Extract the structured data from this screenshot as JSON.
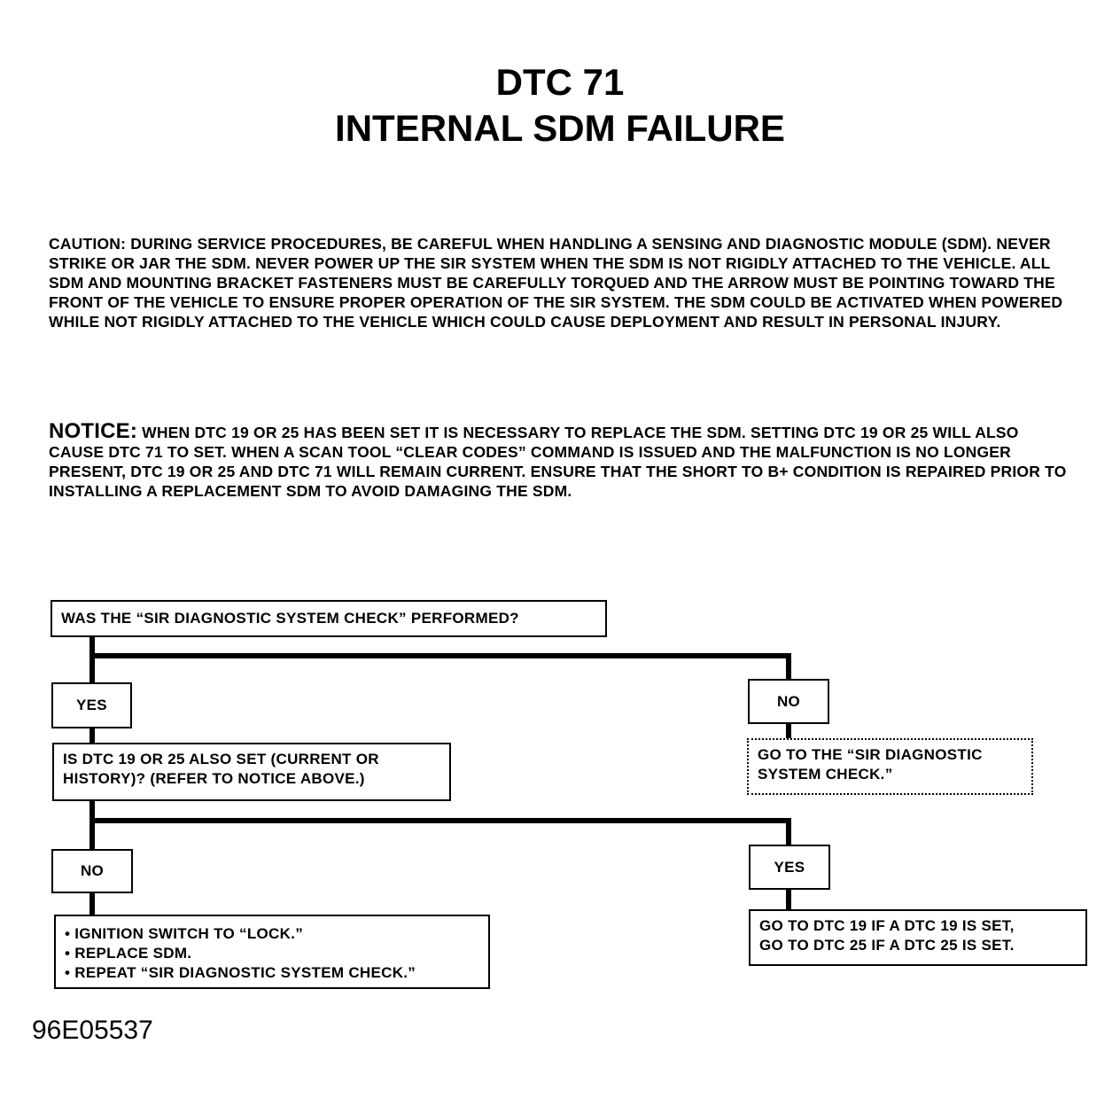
{
  "title": {
    "line1": "DTC 71",
    "line2": "INTERNAL SDM FAILURE"
  },
  "caution": {
    "text": "CAUTION: DURING SERVICE PROCEDURES, BE CAREFUL WHEN HANDLING A SENSING AND DIAGNOSTIC MODULE (SDM). NEVER STRIKE OR JAR THE SDM. NEVER POWER UP THE SIR SYSTEM WHEN THE SDM IS NOT RIGIDLY ATTACHED TO THE VEHICLE. ALL SDM AND MOUNTING BRACKET FASTENERS MUST BE CAREFULLY TORQUED AND THE ARROW MUST BE POINTING TOWARD THE FRONT OF THE VEHICLE TO ENSURE PROPER OPERATION OF THE SIR SYSTEM. THE SDM COULD BE ACTIVATED WHEN POWERED WHILE NOT RIGIDLY ATTACHED TO THE VEHICLE WHICH COULD CAUSE DEPLOYMENT AND RESULT IN PERSONAL INJURY."
  },
  "notice": {
    "label": "NOTICE:",
    "text": "WHEN DTC 19 OR 25 HAS BEEN SET IT IS NECESSARY TO REPLACE THE SDM. SETTING DTC 19 OR 25 WILL ALSO CAUSE DTC 71 TO SET. WHEN A SCAN TOOL “CLEAR CODES” COMMAND IS ISSUED AND THE MALFUNCTION IS NO LONGER PRESENT, DTC 19 OR 25 AND DTC 71 WILL REMAIN CURRENT. ENSURE THAT THE SHORT TO B+ CONDITION IS REPAIRED PRIOR TO INSTALLING A REPLACEMENT SDM TO AVOID DAMAGING THE SDM."
  },
  "flow": {
    "q1": "WAS THE “SIR DIAGNOSTIC SYSTEM CHECK” PERFORMED?",
    "q1_yes": "YES",
    "q1_no": "NO",
    "goto_check": [
      "GO TO THE “SIR DIAGNOSTIC",
      "SYSTEM CHECK.”"
    ],
    "q2": [
      "IS DTC 19 OR 25 ALSO SET (CURRENT OR",
      "HISTORY)? (REFER TO NOTICE ABOVE.)"
    ],
    "q2_no": "NO",
    "q2_yes": "YES",
    "actions": [
      "• IGNITION SWITCH TO “LOCK.”",
      "• REPLACE SDM.",
      "• REPEAT “SIR DIAGNOSTIC SYSTEM CHECK.”"
    ],
    "goto_dtc": [
      "GO TO DTC 19 IF A DTC 19 IS SET,",
      "GO TO DTC 25 IF A DTC 25 IS SET."
    ]
  },
  "figure_id": "96E05537"
}
